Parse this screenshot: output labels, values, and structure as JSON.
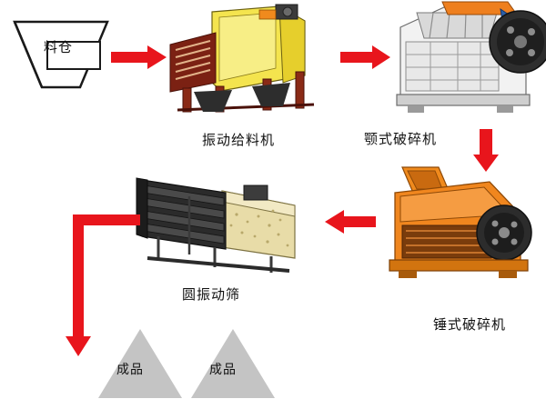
{
  "diagram": {
    "title_visible": false,
    "colors": {
      "arrow_red": "#e8151c",
      "machine_orange": "#f0861e",
      "machine_yellow": "#f2e14a",
      "machine_dark": "#3a3a3a",
      "pile_gray": "#c3c3c3",
      "outline": "#1a1a1a"
    },
    "nodes": [
      {
        "id": "hopper",
        "label": "料仓",
        "icon": "hopper-shape"
      },
      {
        "id": "feeder",
        "label": "振动给料机",
        "icon": "vibrating-feeder-machine"
      },
      {
        "id": "jaw",
        "label": "颚式破碎机",
        "icon": "jaw-crusher-machine"
      },
      {
        "id": "hammer",
        "label": "锤式破碎机",
        "icon": "hammer-crusher-machine"
      },
      {
        "id": "screen",
        "label": "圆振动筛",
        "icon": "circular-vibrating-screen-machine"
      }
    ],
    "products": [
      {
        "id": "product-left",
        "label": "成品"
      },
      {
        "id": "product-right",
        "label": "成品"
      }
    ],
    "arrows": [
      {
        "id": "hopper-to-feeder",
        "direction": "right"
      },
      {
        "id": "feeder-to-jaw",
        "direction": "right"
      },
      {
        "id": "jaw-to-hammer",
        "direction": "down"
      },
      {
        "id": "hammer-to-screen",
        "direction": "left"
      },
      {
        "id": "screen-to-product",
        "direction": "down-elbow"
      }
    ]
  }
}
